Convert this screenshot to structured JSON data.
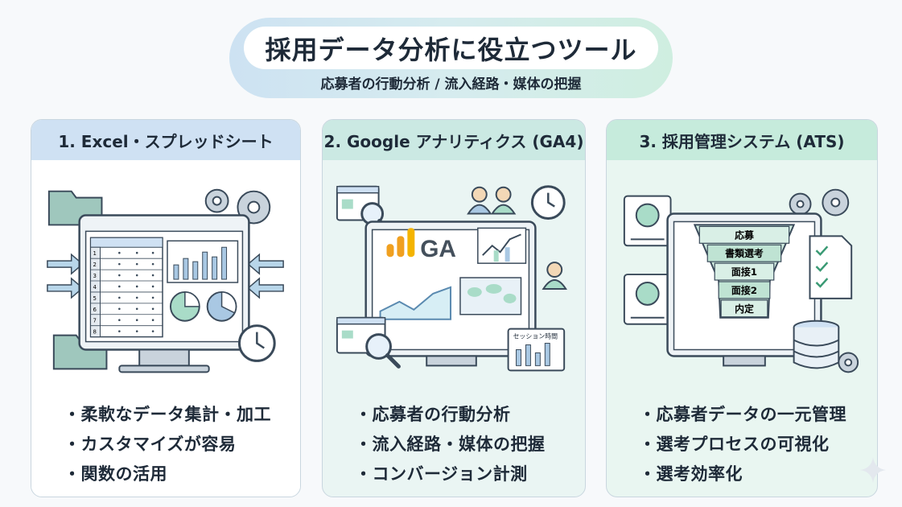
{
  "title": "採用データ分析に役立つツール",
  "subtitle": "応募者の行動分析 / 流入経路・媒体の把握",
  "cards": [
    {
      "heading": "1. Excel・スプレッドシート",
      "items": [
        "柔軟なデータ集計・加工",
        "カスタマイズが容易",
        "関数の活用"
      ],
      "illustration": {
        "row_numbers": [
          "1",
          "2",
          "3",
          "4",
          "5",
          "6",
          "7",
          "8"
        ]
      }
    },
    {
      "heading": "2. Google アナリティクス (GA4)",
      "items": [
        "応募者の行動分析",
        "流入経路・媒体の把握",
        "コンバージョン計測"
      ],
      "illustration": {
        "logo_text": "GA",
        "widget_label": "セッション時間"
      }
    },
    {
      "heading": "3. 採用管理システム (ATS)",
      "items": [
        "応募者データの一元管理",
        "選考プロセスの可視化",
        "選考効率化"
      ],
      "illustration": {
        "funnel_stages": [
          "応募",
          "書類選考",
          "面接1",
          "面接2",
          "内定"
        ]
      }
    }
  ],
  "colors": {
    "card1_head": "#cfe1f3",
    "card2_head": "#cbe9e3",
    "card3_head": "#c6ebdc",
    "accent_teal": "#8ecfc0",
    "accent_orange": "#f0a020"
  }
}
